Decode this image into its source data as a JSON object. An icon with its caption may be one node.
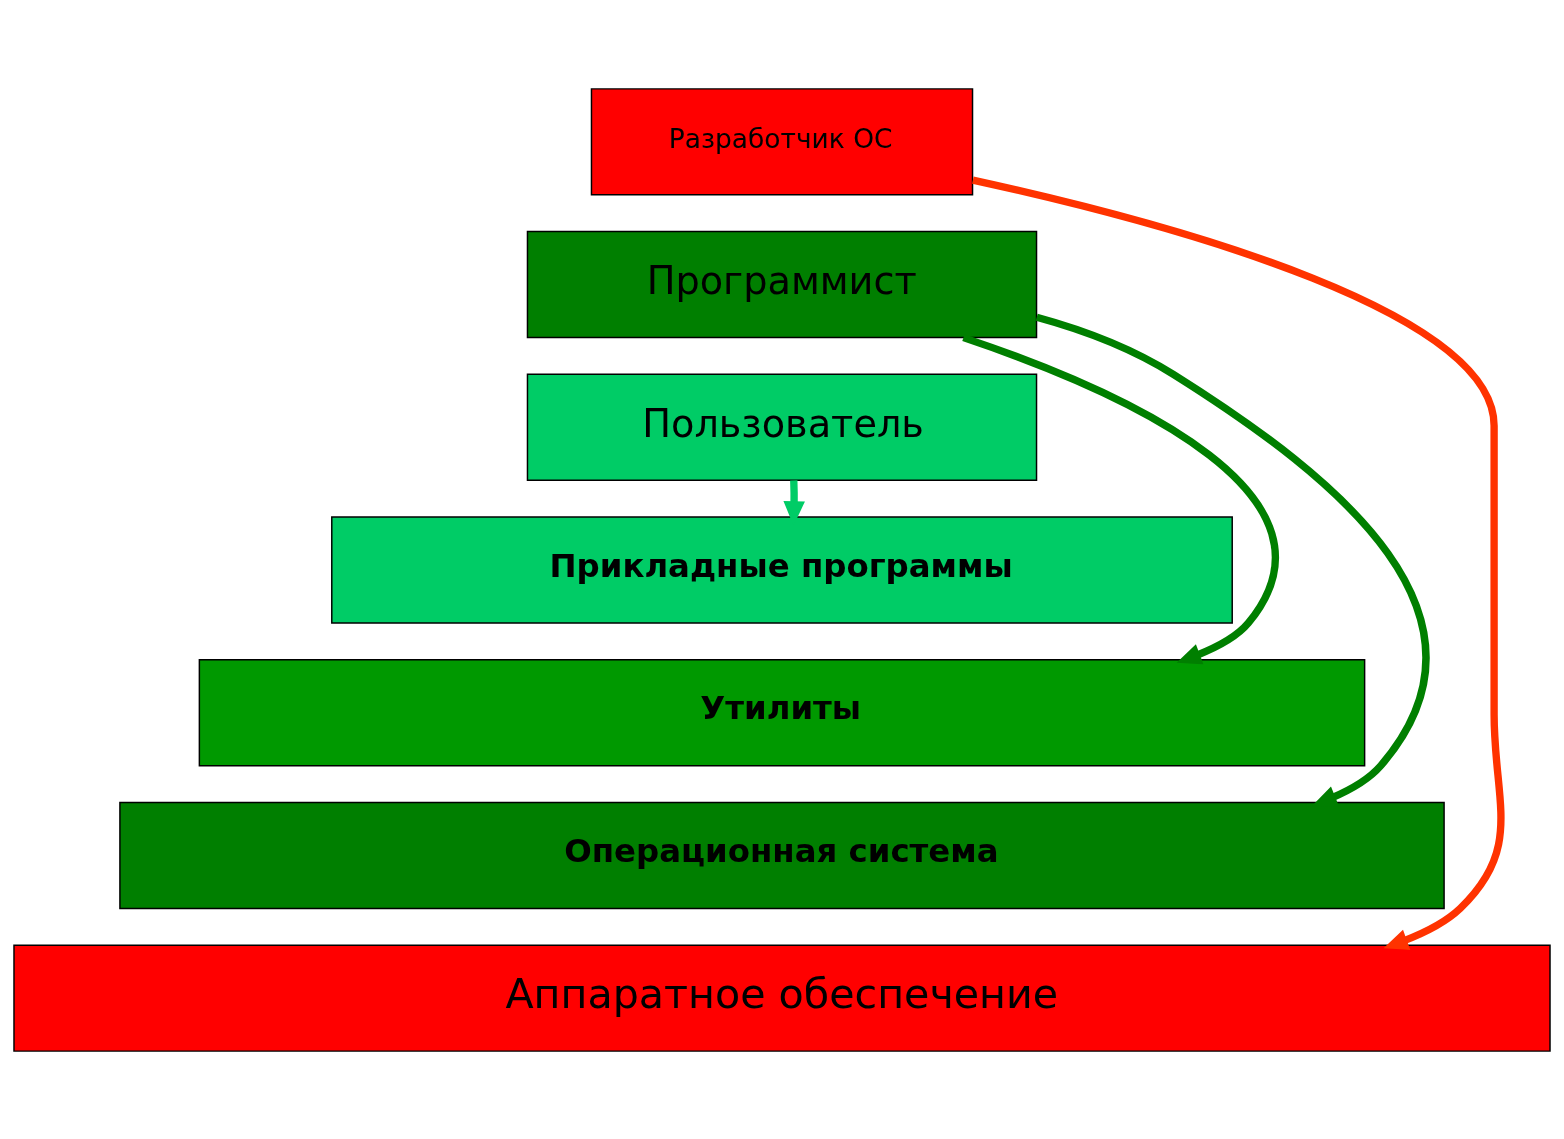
{
  "diagram": {
    "nodes": [
      {
        "text": [
          "Разработчик ОС"
        ]
      },
      {
        "text": [
          "Программист"
        ]
      },
      {
        "text": [
          "Пользователь"
        ]
      },
      {
        "text": [
          "Прикладные программы"
        ]
      },
      {
        "text": [
          "Утилиты"
        ]
      },
      {
        "text": [
          "Операционная система"
        ]
      },
      {
        "text": [
          "Аппаратное обеспечение"
        ]
      }
    ],
    "edges": [
      {
        "from": 2,
        "to": 3,
        "arrow": "to",
        "color": "#00cc66"
      },
      {
        "from": 1,
        "to": 4,
        "arrow": "to",
        "color": "#007f00"
      },
      {
        "from": 1,
        "to": 5,
        "arrow": "to",
        "color": "#007f00"
      },
      {
        "from": 0,
        "to": 6,
        "arrow": "to",
        "color": "#ff3300"
      }
    ]
  }
}
